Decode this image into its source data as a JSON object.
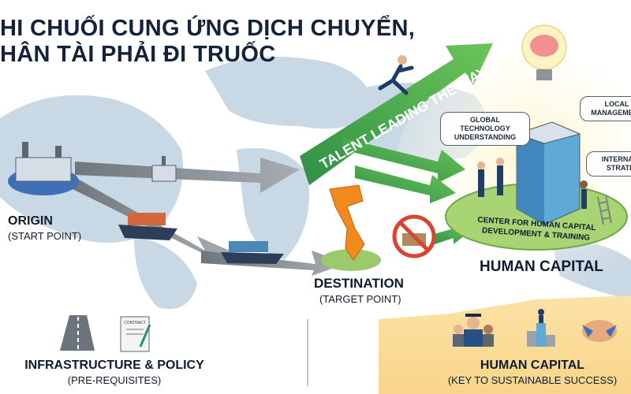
{
  "title": {
    "line1": "HI CHUỐI CUNG ỨNG DỊCH CHUYỂN,",
    "line2": "HÂN TÀI PHẢI  ĐI TRUỐC"
  },
  "origin": {
    "label": "ORIGIN",
    "sublabel": "(START POINT)"
  },
  "destination": {
    "label": "DESTINATION",
    "sublabel": "(TARGET POINT)"
  },
  "talent_arrow": {
    "label": "TALENT LEADING THE WAY"
  },
  "bubbles": {
    "global_tech": "GLOBAL TECHNOLOGY UNDERSTANDING",
    "local_mgmt_1": "LOCAL",
    "local_mgmt_2": "MANAGEMENT",
    "intl_strategy_1": "INTERNATIO",
    "intl_strategy_2": "STRATEG"
  },
  "center": {
    "line1": "CENTER FOR HUMAN CAPITAL",
    "line2": "DEVELOPMENT & TRAINING"
  },
  "human_capital_heading": "HUMAN CAPITAL",
  "bottom": {
    "left_title": "INFRASTRUCTURE & POLICY",
    "left_sub": "(PRE-REQUISITES)",
    "contract_label": "CONTRACT",
    "right_title": "HUMAN CAPITAL",
    "right_sub": "(KEY TO SUSTAINABLE SUCCESS)"
  },
  "icons": [
    "factory-icon",
    "cargo-ship-icon",
    "vietnam-map-icon",
    "no-factory-icon",
    "lightbulb-brain-icon",
    "runner-icon",
    "office-tower-icon",
    "road-icon",
    "contract-icon",
    "graduates-icon",
    "podium-icon",
    "handshake-icon"
  ],
  "colors": {
    "arrow_green": "#3aa34a",
    "arrow_gray": "#8f969c",
    "map": "#c7d6e3",
    "warm": "#f7d98a",
    "orange": "#f08a1c"
  }
}
